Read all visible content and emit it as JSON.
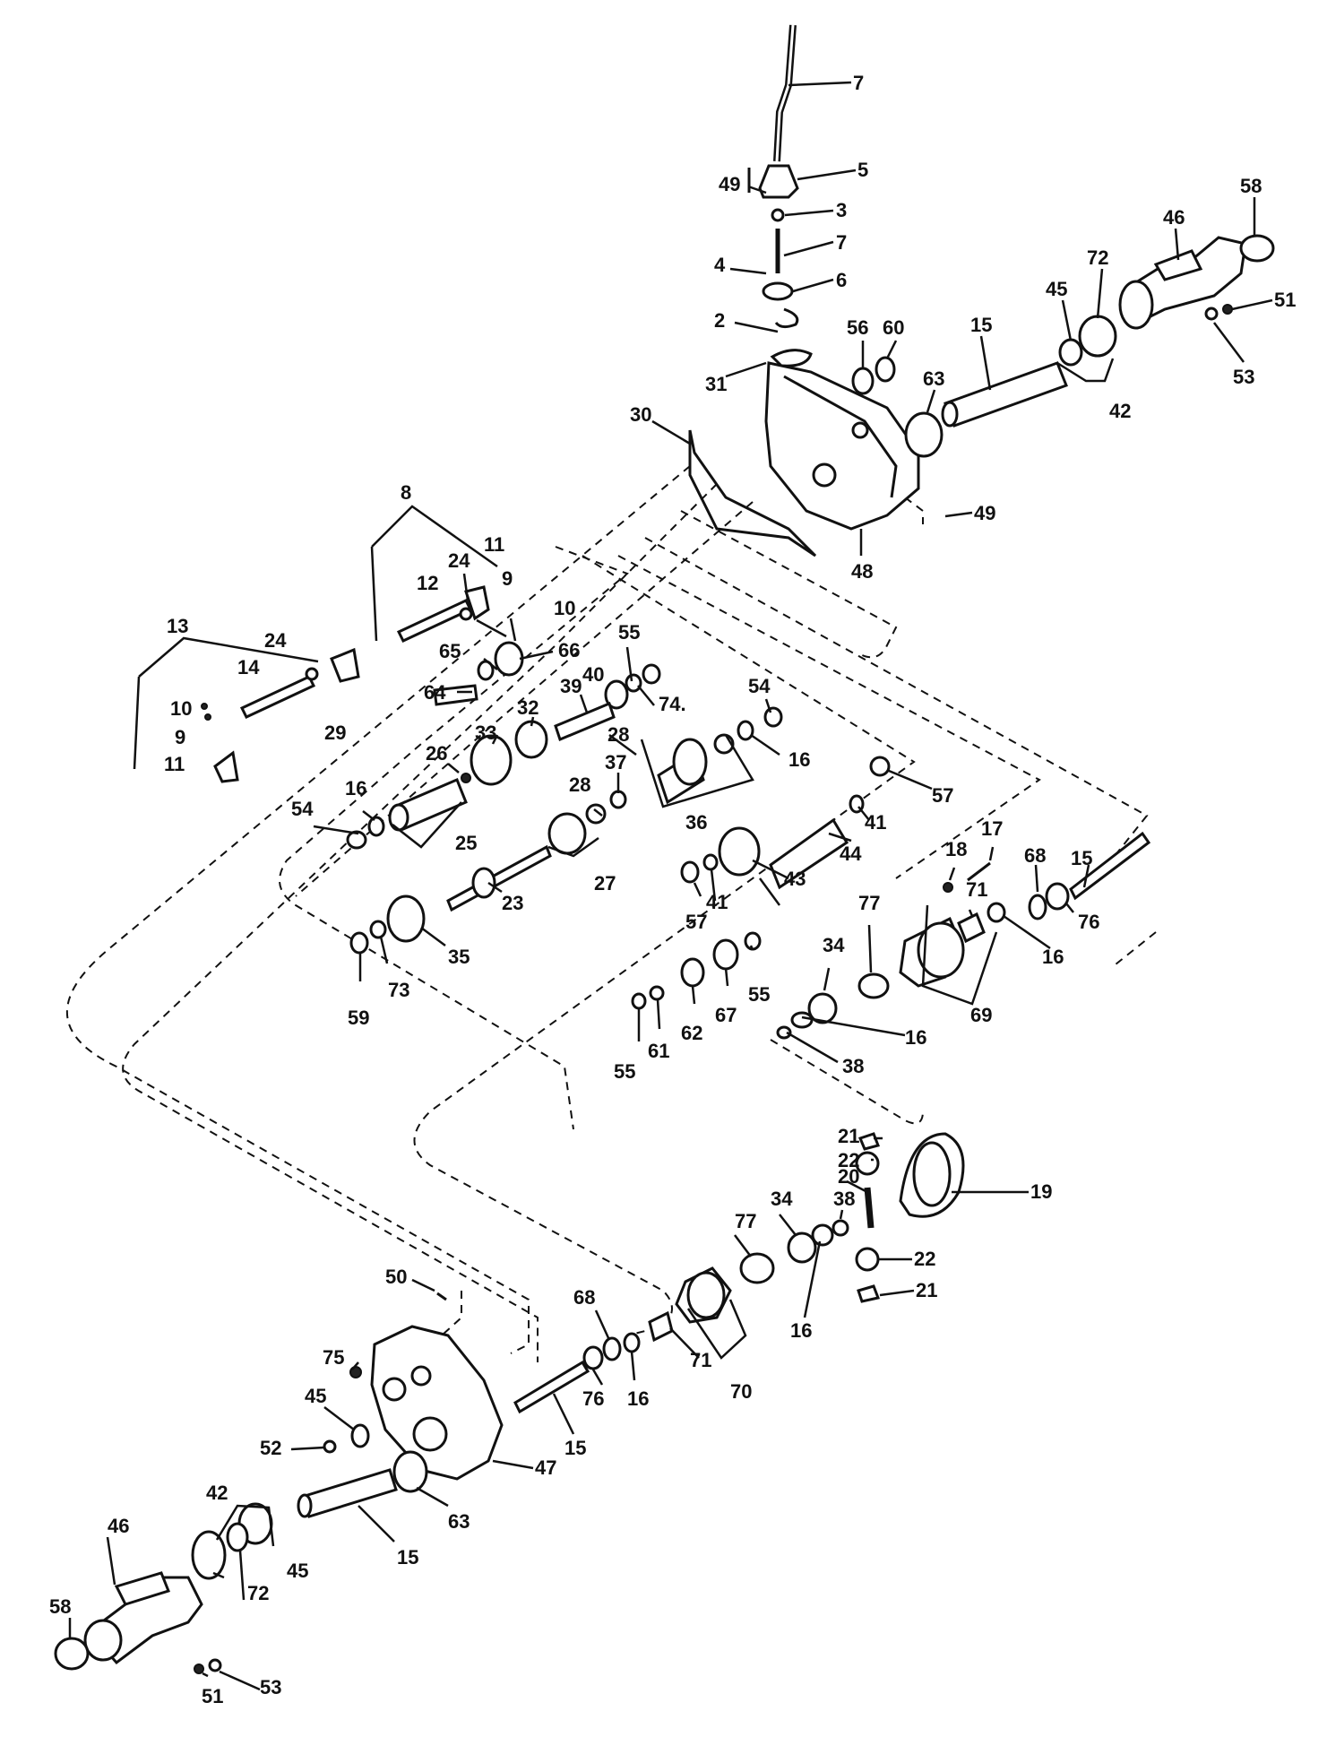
{
  "callouts": {
    "c7a": "7",
    "c5": "5",
    "c49a": "49",
    "c3": "3",
    "c7b": "7",
    "c4": "4",
    "c6": "6",
    "c2": "2",
    "c31": "31",
    "c30": "30",
    "c56": "56",
    "c60": "60",
    "c63a": "63",
    "c15a": "15",
    "c45a": "45",
    "c72a": "72",
    "c46a": "46",
    "c58a": "58",
    "c51a": "51",
    "c53a": "53",
    "c42a": "42",
    "c49b": "49",
    "c48": "48",
    "c8": "8",
    "c24a": "24",
    "c11a": "11",
    "c9a": "9",
    "c10a": "10",
    "c12": "12",
    "c13": "13",
    "c24b": "24",
    "c14": "14",
    "c10b": "10",
    "c9b": "9",
    "c11b": "11",
    "c29": "29",
    "c65": "65",
    "c66": "66",
    "c55a": "55",
    "c64": "64",
    "c40": "40",
    "c74": "74.",
    "c39": "39",
    "c54a": "54",
    "c32": "32",
    "c33": "33",
    "c28a": "28",
    "c26": "26",
    "c16a": "16",
    "c37": "37",
    "c28b": "28",
    "c36": "36",
    "c54b": "54",
    "c16b": "16",
    "c25": "25",
    "c41a": "41",
    "c57a": "57",
    "c44": "44",
    "c27": "27",
    "c43": "43",
    "c57b": "57",
    "c41b": "41",
    "c23": "23",
    "c15b": "15",
    "c17": "17",
    "c18": "18",
    "c68a": "68",
    "c71a": "71",
    "c76a": "76",
    "c16c": "16",
    "c77a": "77",
    "c35": "35",
    "c73": "73",
    "c59": "59",
    "c55b": "55",
    "c34a": "34",
    "c67": "67",
    "c62": "62",
    "c61": "61",
    "c55c": "55",
    "c16d": "16",
    "c38a": "38",
    "c69": "69",
    "c21a": "21",
    "c22a": "22",
    "c20": "20",
    "c19": "19",
    "c38b": "38",
    "c34b": "34",
    "c77b": "77",
    "c22b": "22",
    "c21b": "21",
    "c16e": "16",
    "c50": "50",
    "c68b": "68",
    "c71b": "71",
    "c70": "70",
    "c76b": "76",
    "c16f": "16",
    "c75": "75",
    "c45b": "45",
    "c15c": "15",
    "c52": "52",
    "c47": "47",
    "c63b": "63",
    "c42b": "42",
    "c15d": "15",
    "c46b": "46",
    "c58b": "58",
    "c72b": "72",
    "c45c": "45",
    "c51b": "51",
    "c53b": "53"
  }
}
